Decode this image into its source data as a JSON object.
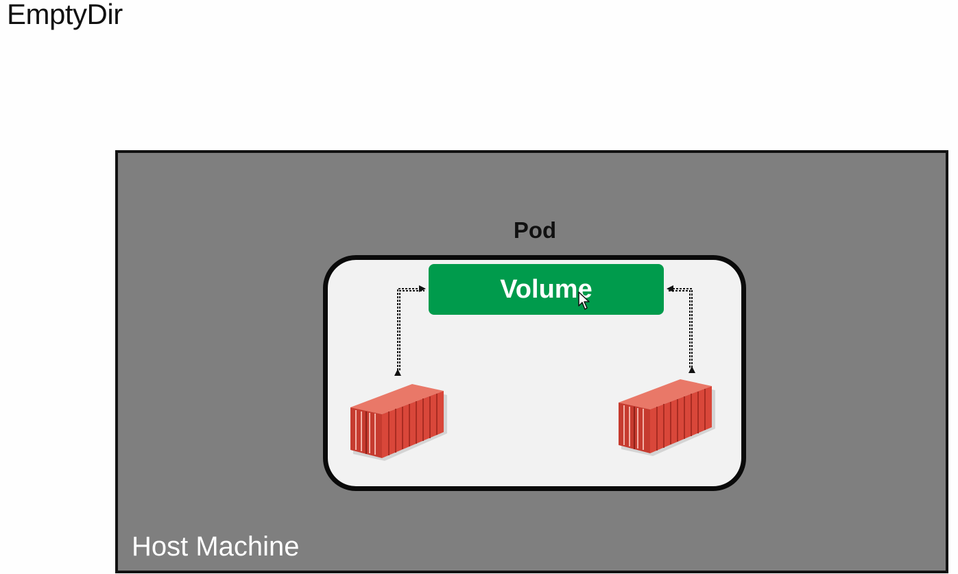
{
  "title": "EmptyDir",
  "host": {
    "label": "Host Machine",
    "fill": "#7f7f7f"
  },
  "pod": {
    "label": "Pod",
    "fill": "#f2f2f2"
  },
  "volume": {
    "label": "Volume",
    "fill": "#009b4c"
  },
  "containers": [
    {
      "icon": "shipping-container-icon",
      "color": "#d9473a"
    },
    {
      "icon": "shipping-container-icon",
      "color": "#d9473a"
    }
  ],
  "connections": [
    {
      "from": "container-left",
      "to": "volume",
      "style": "dashed",
      "direction": "bidirectional"
    },
    {
      "from": "container-right",
      "to": "volume",
      "style": "dashed",
      "direction": "bidirectional"
    }
  ]
}
